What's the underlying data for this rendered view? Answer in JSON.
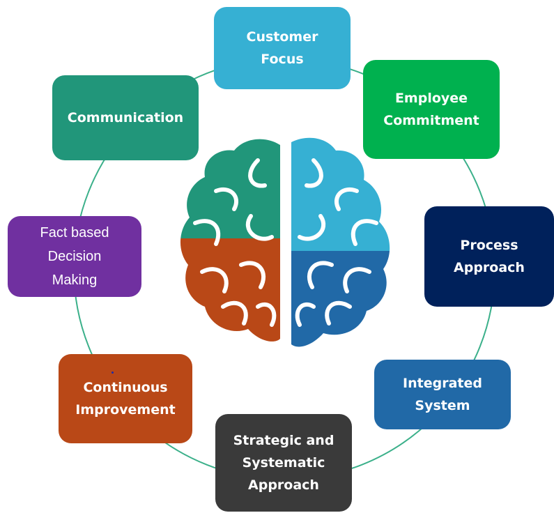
{
  "diagram": {
    "colors": {
      "ring": "#3bb08a",
      "customer_focus": "#36b0d3",
      "employee_commitment": "#00b14f",
      "process_approach": "#00215b",
      "integrated_system": "#2169a7",
      "strategic_approach": "#3a3a3a",
      "continuous_improvement": "#b94817",
      "fact_based": "#7030a0",
      "communication": "#21967a",
      "brain_left_top": "#21967a",
      "brain_left_bottom": "#b94817",
      "brain_right_top": "#36b0d3",
      "brain_right_bottom": "#2169a7"
    },
    "principles": {
      "customer_focus": [
        "Customer",
        "Focus"
      ],
      "employee_commitment": [
        "Employee",
        "Commitment"
      ],
      "process_approach": [
        "Process",
        "Approach"
      ],
      "integrated_system": [
        "Integrated",
        "System"
      ],
      "strategic_approach": [
        "Strategic and",
        "Systematic",
        "Approach"
      ],
      "continuous_improvement": [
        "Continuous",
        "Improvement"
      ],
      "fact_based": [
        "Fact based",
        "Decision",
        "Making"
      ],
      "communication": [
        "Communication"
      ]
    }
  }
}
